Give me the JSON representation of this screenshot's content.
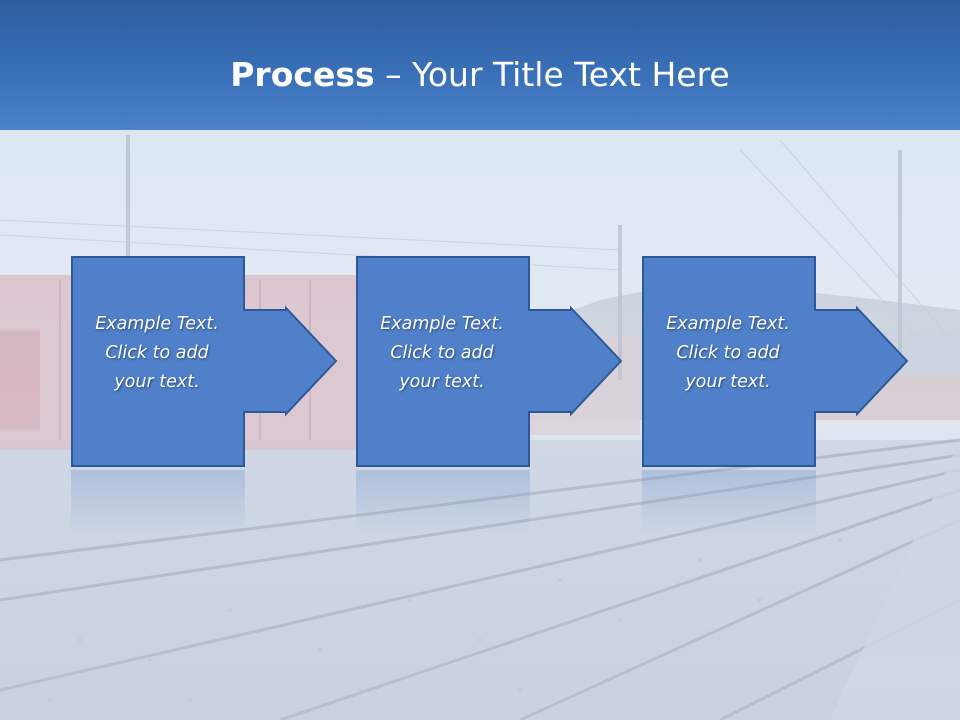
{
  "slide": {
    "title_bold": "Process",
    "title_rest": " – Your Title Text Here"
  },
  "steps": [
    {
      "line1": "Example Text.",
      "line2": "Click  to add",
      "line3": "your text."
    },
    {
      "line1": "Example Text.",
      "line2": "Click  to add",
      "line3": "your text."
    },
    {
      "line1": "Example Text.",
      "line2": "Click  to add",
      "line3": "your text."
    }
  ],
  "colors": {
    "title_band": "#3a71b9",
    "box_fill": "#4f80c9",
    "box_stroke": "#2e5899",
    "text": "#ffffff"
  },
  "background": {
    "subject": "railway-tracks-photo"
  }
}
